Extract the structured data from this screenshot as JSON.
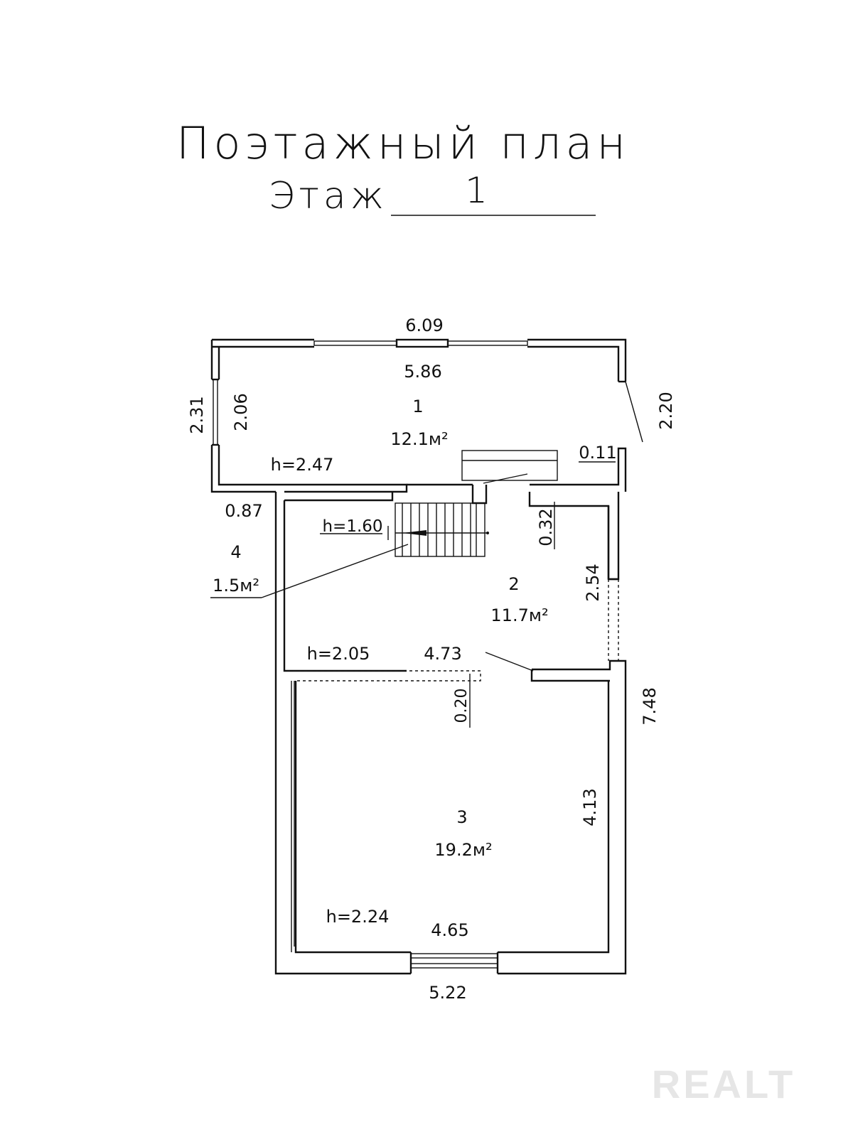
{
  "header": {
    "title": "Поэтажный план",
    "floor_label": "Этаж",
    "floor_number": "1"
  },
  "rooms": [
    {
      "number": "1",
      "area": "12.1м²",
      "height": "h=2.47"
    },
    {
      "number": "2",
      "area": "11.7м²",
      "height": "h=2.05"
    },
    {
      "number": "3",
      "area": "19.2м²",
      "height": "h=2.24"
    },
    {
      "number": "4",
      "area": "1.5м²",
      "height": "h=1.60"
    }
  ],
  "dimensions": {
    "room1_outer_width": "6.09",
    "room1_inner_width": "5.86",
    "room1_outer_height": "2.31",
    "room1_inner_height": "2.06",
    "room1_diagonal": "2.20",
    "step_offset": "0.11",
    "left_offset": "0.87",
    "wall_gap": "0.32",
    "door_span": "2.54",
    "room2_width": "4.73",
    "partition": "0.20",
    "total_height": "7.48",
    "room3_height": "4.13",
    "room3_inner_width": "4.65",
    "room3_outer_width": "5.22"
  },
  "watermark": "REALT"
}
